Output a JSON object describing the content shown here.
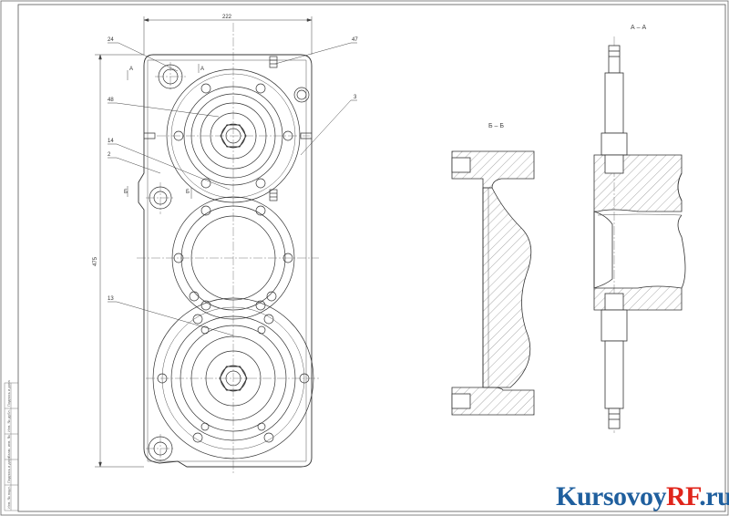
{
  "drawing": {
    "dimensions": {
      "width": "222",
      "height": "475"
    },
    "leader_labels": [
      "24",
      "47",
      "48",
      "3",
      "14",
      "2",
      "13"
    ],
    "small_marks": [
      "A",
      "A",
      "Б",
      "Б"
    ],
    "section_titles": {
      "b_section": "Б – Б",
      "a_section": "А – А"
    },
    "side_stamp": [
      "Инв. № подл.",
      "Подпись и дата",
      "Взам. инв. №",
      "Инв. № дубл.",
      "Подпись и дата"
    ]
  },
  "watermark": {
    "part1": "Kursovoy",
    "part2": "RF",
    "part3": ".ru"
  }
}
